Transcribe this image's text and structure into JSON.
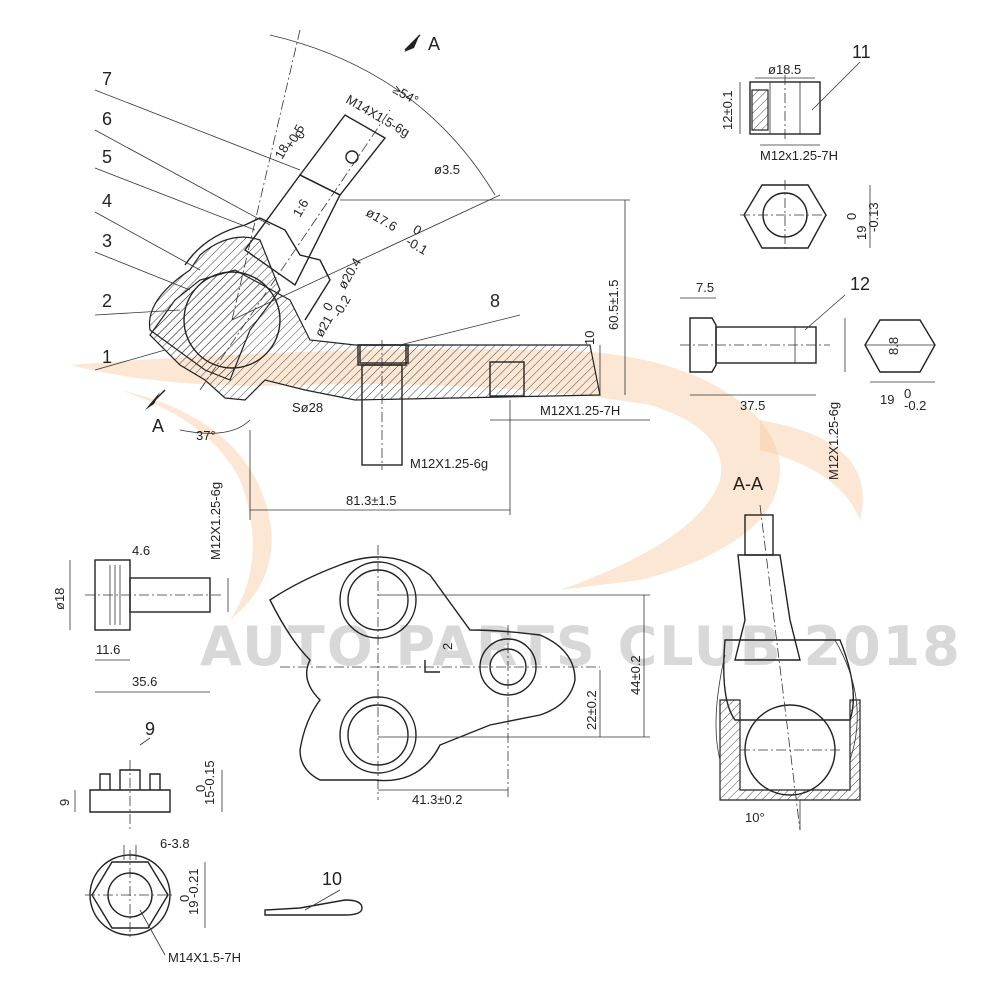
{
  "watermark": "AUTO PARTS CLUB 2018",
  "colors": {
    "line": "#222222",
    "watermark_text": "#d8d8d8",
    "watermark_swoosh": "#f6c9a0"
  },
  "callouts": [
    "1",
    "2",
    "3",
    "4",
    "5",
    "6",
    "7",
    "8",
    "9",
    "10",
    "11",
    "12"
  ],
  "section_labels": {
    "a": "A",
    "aa": "A-A"
  },
  "dimensions": {
    "angle_54": "≥54°",
    "thread_m14_6g": "M14X1.5-6g",
    "hole_3_5": "ø3.5",
    "len_18": "18",
    "len_18_tol": "+0.5",
    "len_18_tol2": "0",
    "taper_1_6": "1:6",
    "dia_17_6": "ø17.6",
    "dia_17_6_tol": "0",
    "dia_17_6_tol2": "-0.1",
    "dia_20_4": "ø20.4",
    "dia_21": "ø21",
    "dia_21_tol": "0",
    "dia_21_tol2": "-0.2",
    "height_60_5": "60.5±1.5",
    "thk_10": "10",
    "thread_m12_7h": "M12X1.25-7H",
    "sphere_28": "Sø28",
    "angle_37": "37°",
    "thread_m12_6g": "M12X1.25-6g",
    "len_81_3": "81.3±1.5",
    "nut11_dia": "ø18.5",
    "nut11_height": "12±0.1",
    "nut11_thread": "M12x1.25-7H",
    "nut11_af": "19",
    "nut11_af_tol": "0",
    "nut11_af_tol2": "-0.13",
    "bolt12_head": "7.5",
    "bolt12_len": "37.5",
    "bolt12_thread": "M12X1.25-6g",
    "bolt12_head_h": "8.8",
    "bolt12_af": "19",
    "bolt12_af_tol": "0",
    "bolt12_af_tol2": "-0.2",
    "stud_thread": "M12X1.25-6g",
    "stud_head": "4.6",
    "stud_dia": "ø18",
    "stud_knurl": "11.6",
    "stud_len": "35.6",
    "flange_2": "2",
    "flange_22": "22±0.2",
    "flange_44": "44±0.2",
    "flange_41_3": "41.3±0.2",
    "nut9_h": "9",
    "nut9_af": "15",
    "nut9_af_tol": "0",
    "nut9_af_tol2": "-0.15",
    "nut9_slots": "6-3.8",
    "nut9_af2": "19",
    "nut9_af2_tol": "0",
    "nut9_af2_tol2": "-0.21",
    "nut9_thread": "M14X1.5-7H",
    "angle_10": "10°"
  }
}
